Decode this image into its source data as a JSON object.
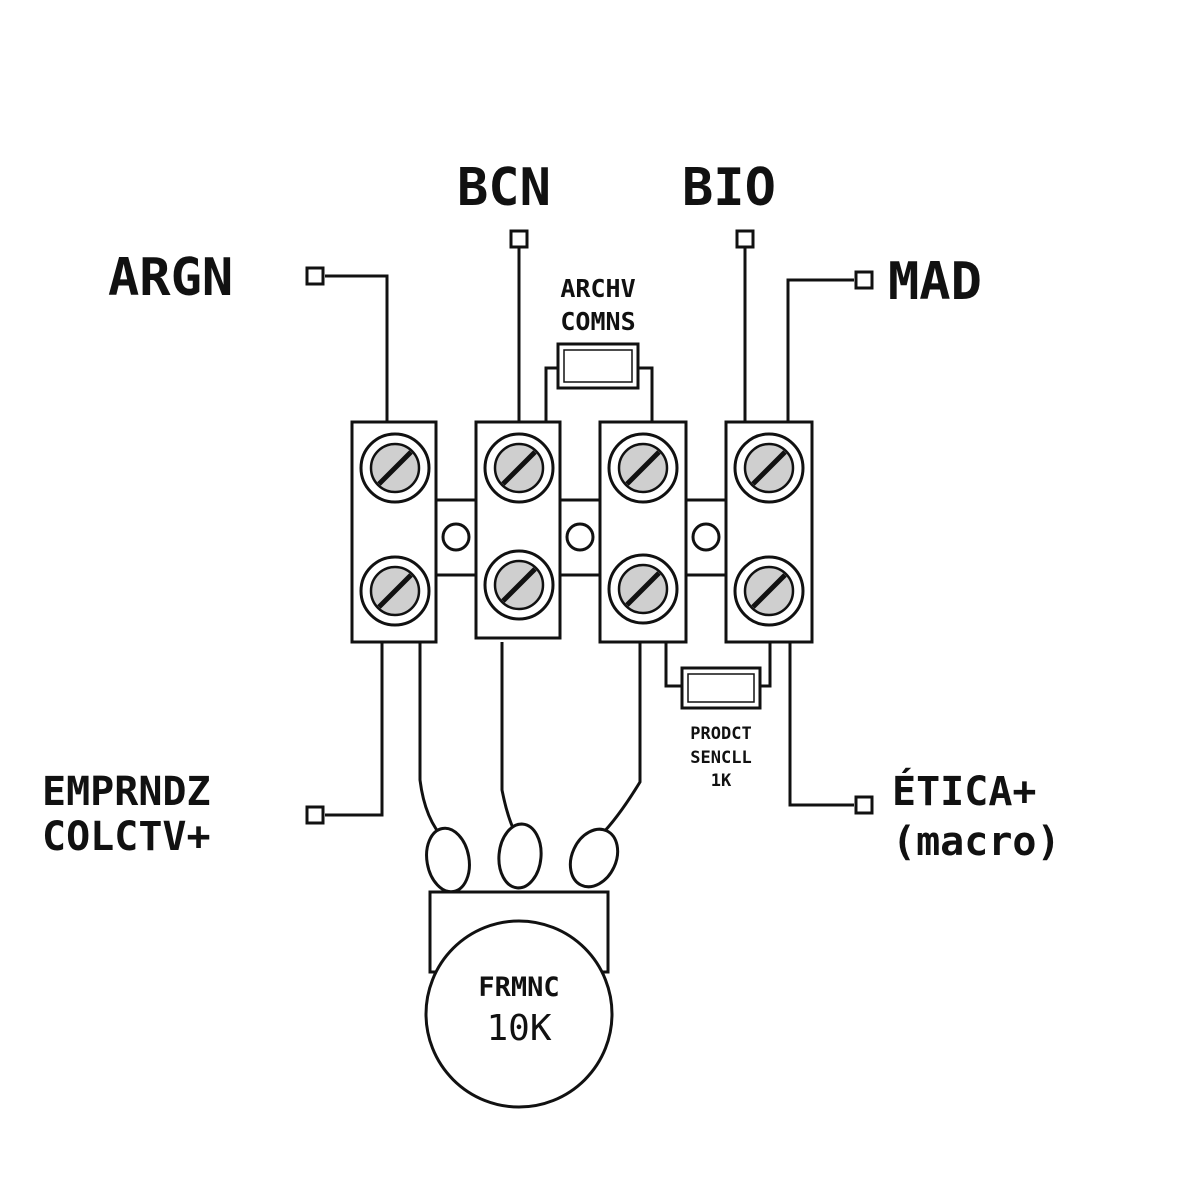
{
  "terminals": {
    "argn": "ARGN",
    "bcn": "BCN",
    "bio": "BIO",
    "mad": "MAD",
    "emprndz": [
      "EMPRNDZ",
      "COLCTV+"
    ],
    "etica": [
      "ÉTICA+",
      "(macro)"
    ]
  },
  "resistor_top": [
    "ARCHV",
    "COMNS"
  ],
  "resistor_bottom": [
    "PRODCT",
    "SENCLL",
    "1K"
  ],
  "potentiometer": [
    "FRMNC",
    "10K"
  ]
}
